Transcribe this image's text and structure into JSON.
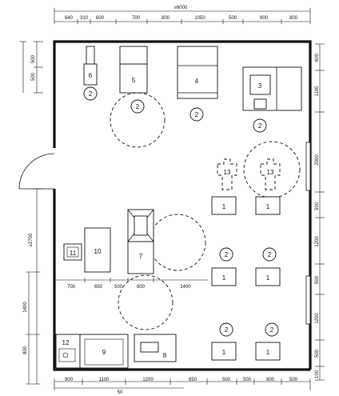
{
  "top_dims": {
    "total": "≥6000",
    "segments": [
      "640",
      "310",
      "600",
      "700",
      "800",
      "1050",
      "500",
      "900",
      "800"
    ]
  },
  "bottom_dims": {
    "segments": [
      "900",
      "1100",
      "1200",
      "850",
      "500",
      "500",
      "800",
      "500"
    ],
    "sub": "50"
  },
  "left_dims": {
    "top": [
      "500",
      "500"
    ],
    "total": "≥2700",
    "lower": [
      "1400",
      "800"
    ]
  },
  "right_dims": [
    "600",
    "1100",
    "2000",
    "500",
    "1200",
    "500",
    "1200",
    "500",
    "100"
  ],
  "inner_dims": [
    "700",
    "650",
    "500",
    "600",
    "1400"
  ],
  "equipment_labels": {
    "e1": "1",
    "e2": "2",
    "e3": "3",
    "e4": "4",
    "e5": "5",
    "e6": "6",
    "e7": "7",
    "e8": "8",
    "e9": "9",
    "e10": "10",
    "e11": "11",
    "e12": "12",
    "e13": "13"
  }
}
